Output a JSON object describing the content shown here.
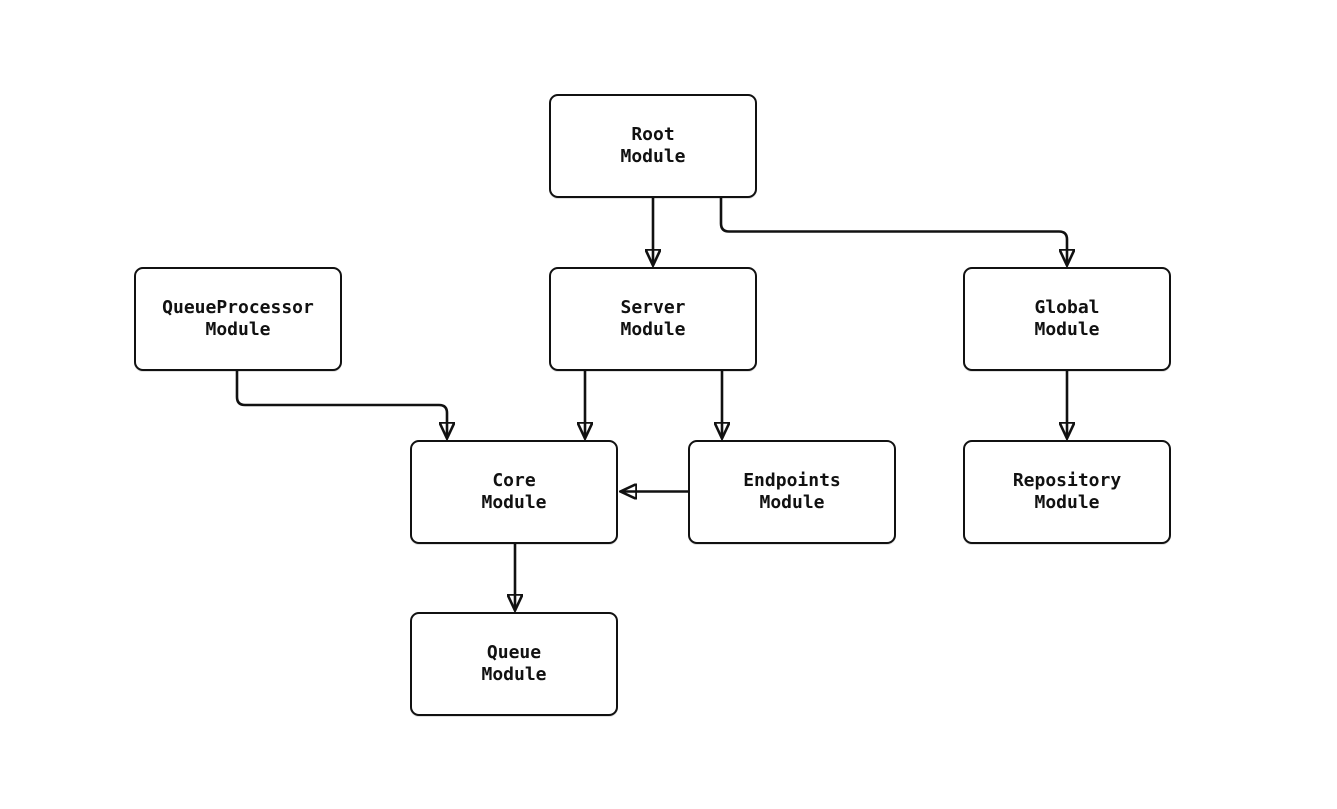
{
  "diagram": {
    "background_color": "#ffffff",
    "line_color": "#111111",
    "node_fill_color": "#ffffff",
    "node_text_color": "#111111",
    "nodes": {
      "root": {
        "line1": "Root",
        "line2": "Module"
      },
      "queueprocessor": {
        "line1": "QueueProcessor",
        "line2": "Module"
      },
      "server": {
        "line1": "Server",
        "line2": "Module"
      },
      "global": {
        "line1": "Global",
        "line2": "Module"
      },
      "core": {
        "line1": "Core",
        "line2": "Module"
      },
      "endpoints": {
        "line1": "Endpoints",
        "line2": "Module"
      },
      "repository": {
        "line1": "Repository",
        "line2": "Module"
      },
      "queue": {
        "line1": "Queue",
        "line2": "Module"
      }
    },
    "edges": [
      {
        "from": "Root Module",
        "to": "Server Module"
      },
      {
        "from": "Root Module",
        "to": "Global Module"
      },
      {
        "from": "QueueProcessor Module",
        "to": "Core Module"
      },
      {
        "from": "Server Module",
        "to": "Core Module"
      },
      {
        "from": "Server Module",
        "to": "Endpoints Module"
      },
      {
        "from": "Endpoints Module",
        "to": "Core Module"
      },
      {
        "from": "Global Module",
        "to": "Repository Module"
      },
      {
        "from": "Core Module",
        "to": "Queue Module"
      }
    ]
  }
}
